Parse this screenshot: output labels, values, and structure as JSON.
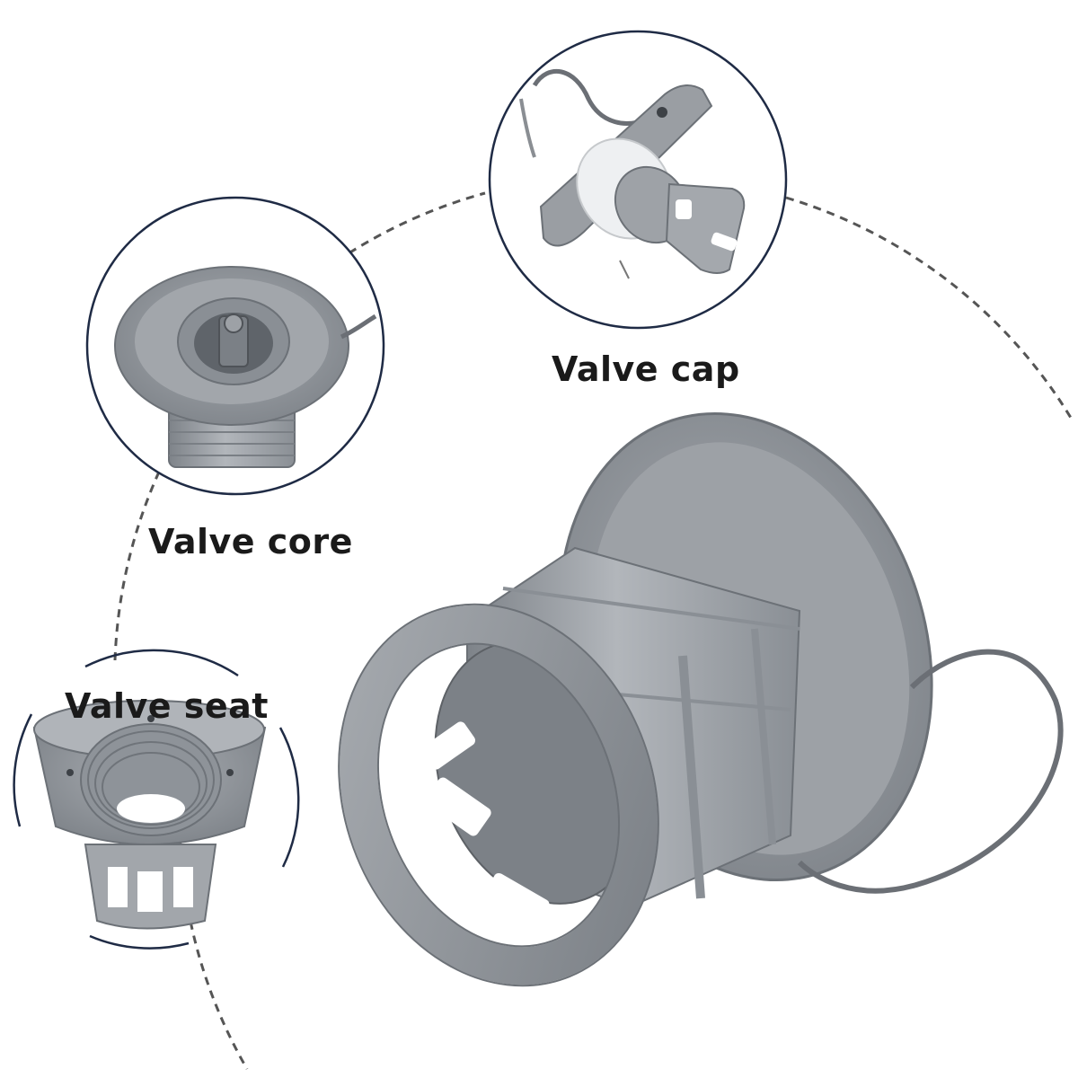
{
  "labels": {
    "valve_cap": "Valve cap",
    "valve_core": "Valve core",
    "valve_seat": "Valve seat"
  },
  "colors": {
    "plastic": "#8f949a",
    "plastic_light": "#b4b8bd",
    "plastic_dark": "#6c7177",
    "ring_white": "#eef0f2",
    "outline": "#1f2b45",
    "dash": "#555555"
  },
  "icons": {
    "valve_cap": "valve-cap-photo",
    "valve_core": "valve-core-photo",
    "valve_seat": "valve-seat-photo",
    "main": "assembled-valve-photo"
  }
}
